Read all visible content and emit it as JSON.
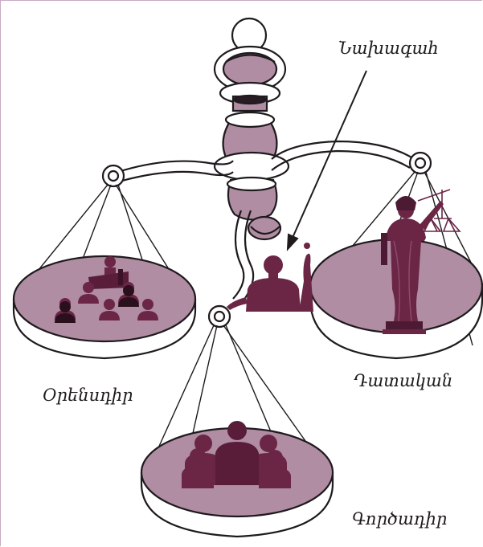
{
  "labels": {
    "president": "Նախագահ",
    "legislative": "Օրենսդիր",
    "judicial": "Դատական",
    "executive": "Գործադիր"
  },
  "colors": {
    "pan_fill": "#b08da3",
    "figure_fill": "#6b2545",
    "outline": "#1e1a1d"
  }
}
